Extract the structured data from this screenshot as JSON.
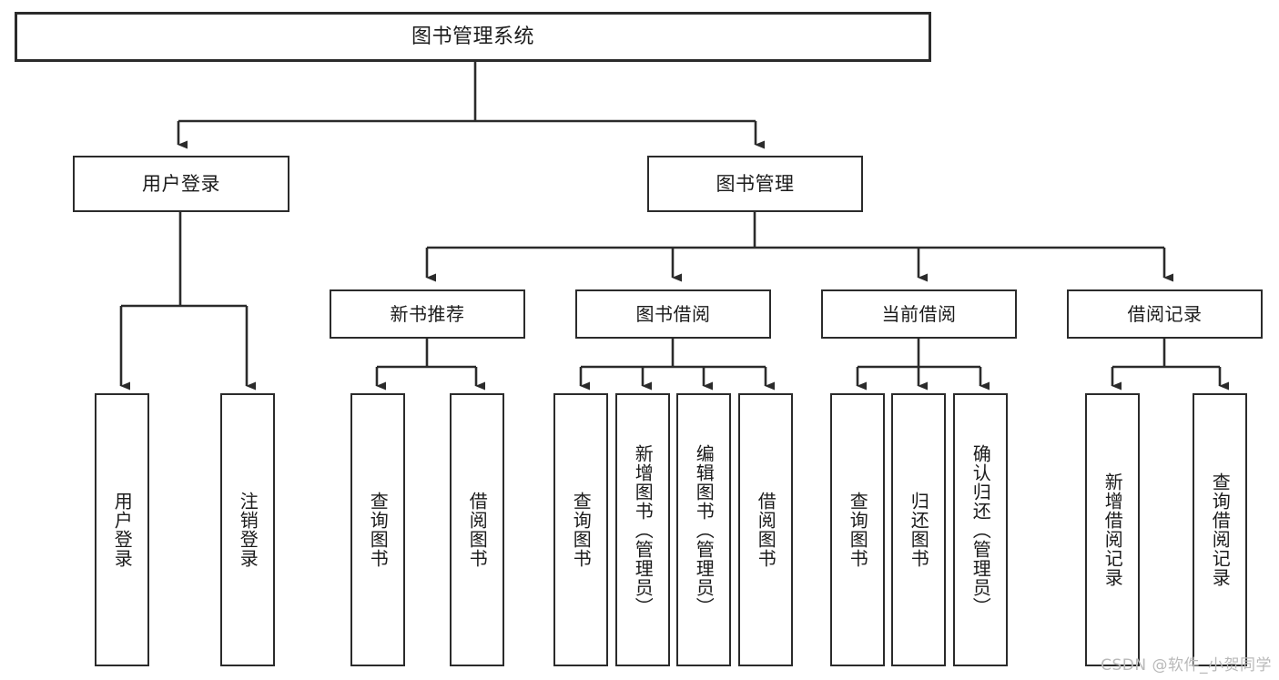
{
  "diagram": {
    "title": "图书管理系统",
    "type": "tree",
    "watermark": "CSDN @软件_小贺同学",
    "colors": {
      "box_border": "#2b2b2b",
      "box_fill": "#ffffff",
      "connector": "#2b2b2b",
      "watermark": "#b9b9b9",
      "background": "#ffffff"
    },
    "nodes": {
      "root": {
        "label": "图书管理系统"
      },
      "level2": [
        {
          "id": "user-login",
          "label": "用户登录"
        },
        {
          "id": "book-manage",
          "label": "图书管理"
        }
      ],
      "level3": [
        {
          "id": "new-book-recommend",
          "label": "新书推荐"
        },
        {
          "id": "book-borrow",
          "label": "图书借阅"
        },
        {
          "id": "current-borrow",
          "label": "当前借阅"
        },
        {
          "id": "borrow-record",
          "label": "借阅记录"
        }
      ],
      "leaves": {
        "user-login": [
          {
            "id": "leaf-user-login",
            "label": "用户登录"
          },
          {
            "id": "leaf-user-logout",
            "label": "注销登录"
          }
        ],
        "new-book-recommend": [
          {
            "id": "leaf-query-book-1",
            "label": "查询图书"
          },
          {
            "id": "leaf-borrow-book-1",
            "label": "借阅图书"
          }
        ],
        "book-borrow": [
          {
            "id": "leaf-query-book-2",
            "label": "查询图书"
          },
          {
            "id": "leaf-add-book",
            "label": "新增图书（管理员）"
          },
          {
            "id": "leaf-edit-book",
            "label": "编辑图书（管理员）"
          },
          {
            "id": "leaf-borrow-book-2",
            "label": "借阅图书"
          }
        ],
        "current-borrow": [
          {
            "id": "leaf-query-book-3",
            "label": "查询图书"
          },
          {
            "id": "leaf-return-book",
            "label": "归还图书"
          },
          {
            "id": "leaf-confirm-return",
            "label": "确认归还（管理员）"
          }
        ],
        "borrow-record": [
          {
            "id": "leaf-add-record",
            "label": "新增借阅记录"
          },
          {
            "id": "leaf-query-record",
            "label": "查询借阅记录"
          }
        ]
      }
    }
  }
}
